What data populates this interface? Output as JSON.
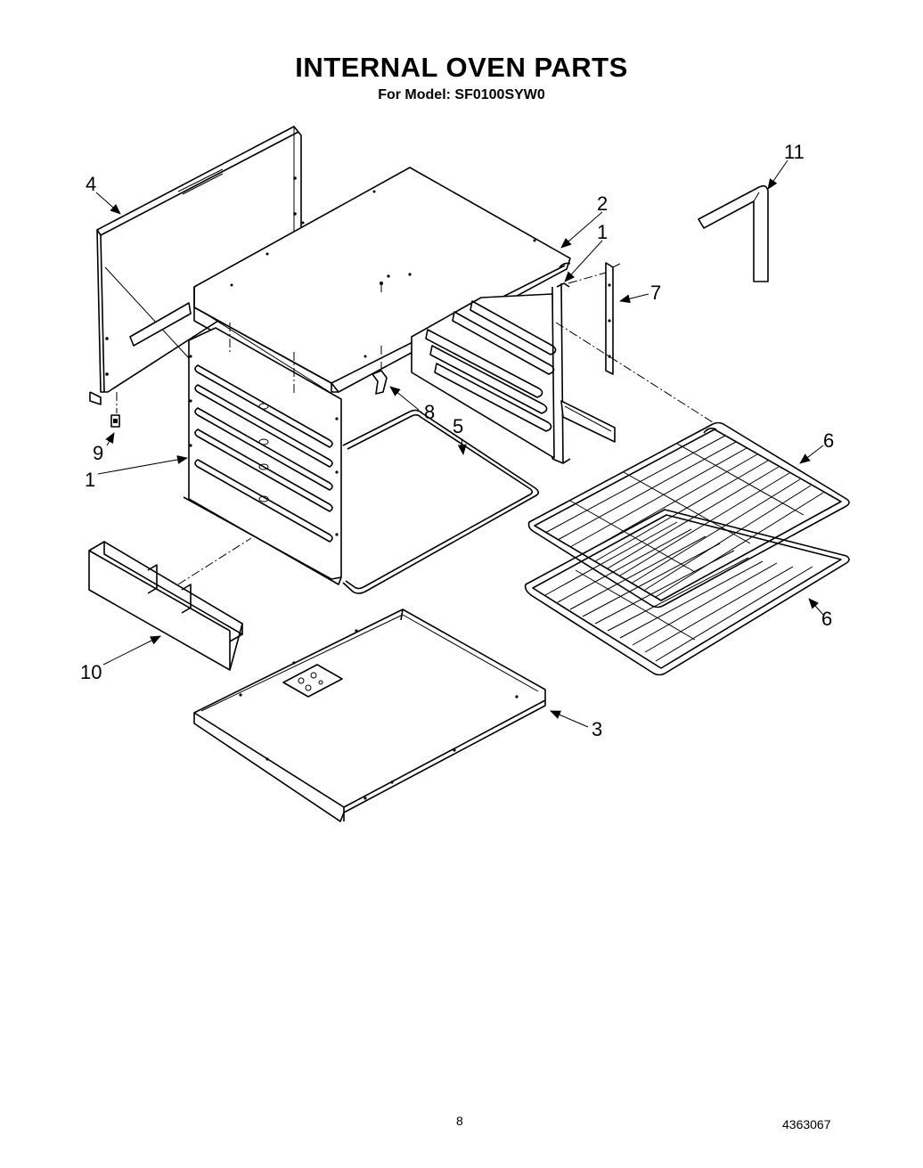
{
  "header": {
    "title": "INTERNAL OVEN PARTS",
    "subtitle": "For Model: SF0100SYW0"
  },
  "callouts": {
    "c1_front": "1",
    "c1_rear": "1",
    "c2": "2",
    "c3": "3",
    "c4": "4",
    "c5": "5",
    "c6_upper": "6",
    "c6_lower": "6",
    "c7": "7",
    "c8": "8",
    "c9": "9",
    "c10": "10",
    "c11": "11"
  },
  "footer": {
    "page_number": "8",
    "doc_number": "4363067"
  }
}
